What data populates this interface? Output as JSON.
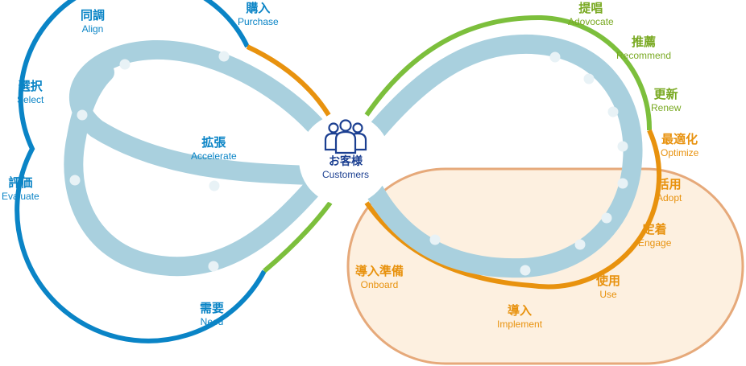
{
  "colors": {
    "blue": "#0a84c6",
    "orange": "#e8920e",
    "green": "#7cbf3c",
    "track": "#a9d0de",
    "dot": "#e8f2f6",
    "panel_fill": "#fdf0e0",
    "panel_stroke": "#e6a97a",
    "navy": "#1b3f91"
  },
  "center": {
    "icon": "customers-group-icon",
    "label_jp": "お客様",
    "label_en": "Customers"
  },
  "labels": {
    "align": {
      "jp": "同調",
      "en": "Align"
    },
    "purchase": {
      "jp": "購入",
      "en": "Purchase"
    },
    "select": {
      "jp": "選択",
      "en": "Select"
    },
    "evaluate": {
      "jp": "評価",
      "en": "Evaluate"
    },
    "accelerate": {
      "jp": "拡張",
      "en": "Accelerate"
    },
    "need": {
      "jp": "需要",
      "en": "Need"
    },
    "advocate": {
      "jp": "提唱",
      "en": "Adovocate"
    },
    "recommend": {
      "jp": "推薦",
      "en": "Recommend"
    },
    "renew": {
      "jp": "更新",
      "en": "Renew"
    },
    "optimize": {
      "jp": "最適化",
      "en": "Optimize"
    },
    "adopt": {
      "jp": "活用",
      "en": "Adopt"
    },
    "engage": {
      "jp": "定着",
      "en": "Engage"
    },
    "use": {
      "jp": "使用",
      "en": "Use"
    },
    "implement": {
      "jp": "導入",
      "en": "Implement"
    },
    "onboard": {
      "jp": "導入準備",
      "en": "Onboard"
    }
  }
}
